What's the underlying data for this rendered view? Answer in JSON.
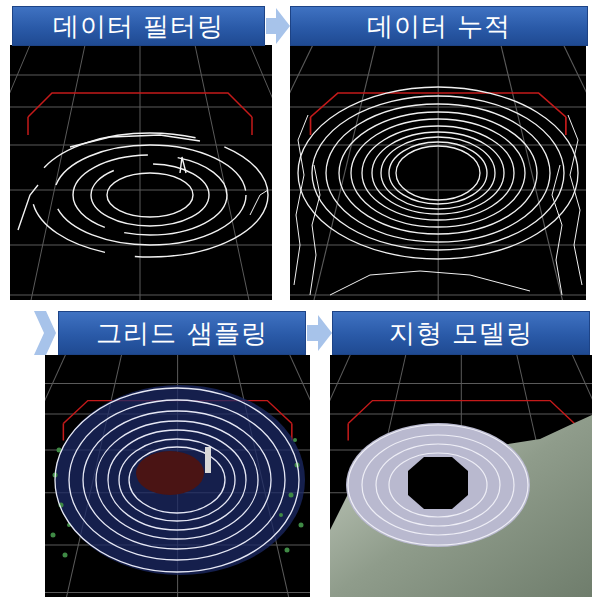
{
  "diagram": {
    "nodes": [
      {
        "text": [
          "데이터 필터링"
        ]
      },
      {
        "text": [
          "데이터 누적"
        ]
      },
      {
        "text": [
          "그리드 샘플링"
        ]
      },
      {
        "text": [
          "지형 모델링"
        ]
      }
    ],
    "edges": [
      {
        "from": 0,
        "to": 1,
        "arrow": "to"
      },
      {
        "from": 2,
        "to": 3,
        "arrow": "to"
      }
    ]
  }
}
